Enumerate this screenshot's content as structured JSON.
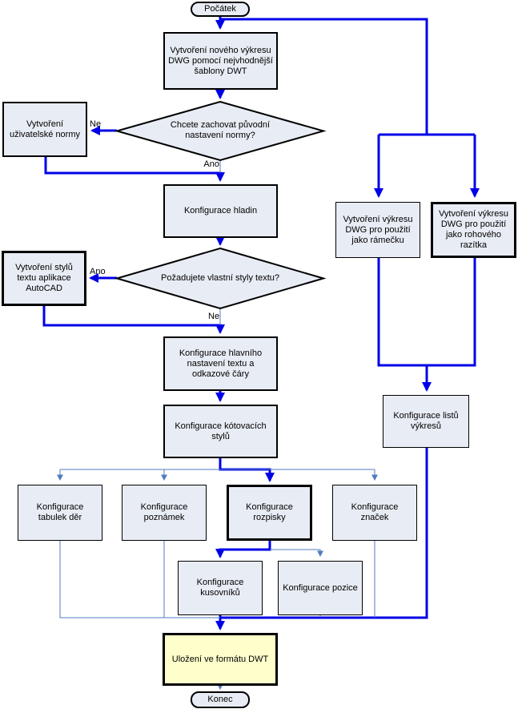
{
  "nodes": {
    "start": "Počátek",
    "create_drawing": "Vytvoření nového výkresu DWG pomocí nejvhodnější šablony DWT",
    "decision_norm": "Chcete zachovat původní nastavení normy?",
    "create_user_norm": "Vytvoření uživatelské normy",
    "config_layers": "Konfigurace hladin",
    "decision_text_styles": "Požadujete vlastní styly textu?",
    "create_text_styles": "Vytvoření stylů textu aplikace AutoCAD",
    "config_main_text": "Konfigurace hlavního nastavení textu a odkazové čáry",
    "config_dim_styles": "Konfigurace kótovacích stylů",
    "config_hole_tables": "Konfigurace tabulek děr",
    "config_notes": "Konfigurace poznámek",
    "config_title_block": "Konfigurace rozpisky",
    "config_symbols": "Konfigurace značek",
    "config_parts_lists": "Konfigurace kusovníků",
    "config_balloons": "Konfigurace pozice",
    "create_border_dwg": "Vytvoření výkresu DWG pro použití jako rámečku",
    "create_titleblock_dwg": "Vytvoření výkresu DWG pro použití jako rohového razítka",
    "config_sheets": "Konfigurace listů výkresů",
    "save_dwt": "Uložení ve formátu DWT",
    "end": "Konec"
  },
  "edge_labels": {
    "decision_norm_no": "Ne",
    "decision_norm_yes": "Ano",
    "decision_text_yes": "Ano",
    "decision_text_no": "Ne"
  },
  "colors": {
    "main_flow": "#0000E8",
    "secondary_flow": "#4F7DBF",
    "node_fill": "#E8ECF4",
    "node_border": "#000000",
    "save_fill": "#FFFFCC",
    "background": "#FFFFFF"
  }
}
